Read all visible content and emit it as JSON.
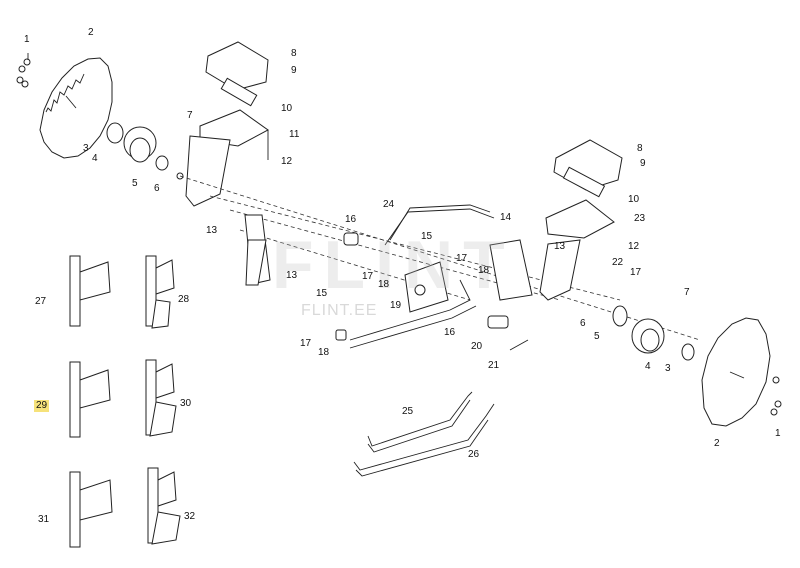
{
  "watermark": {
    "main": "FLINT",
    "sub": "FLINT.EE"
  },
  "callouts": [
    {
      "id": "c1a",
      "text": "1"
    },
    {
      "id": "c2a",
      "text": "2"
    },
    {
      "id": "c3a",
      "text": "3"
    },
    {
      "id": "c4a",
      "text": "4"
    },
    {
      "id": "c5a",
      "text": "5"
    },
    {
      "id": "c6a",
      "text": "6"
    },
    {
      "id": "c7a",
      "text": "7"
    },
    {
      "id": "c8a",
      "text": "8"
    },
    {
      "id": "c9a",
      "text": "9"
    },
    {
      "id": "c10a",
      "text": "10"
    },
    {
      "id": "c11",
      "text": "11"
    },
    {
      "id": "c12a",
      "text": "12"
    },
    {
      "id": "c13a",
      "text": "13"
    },
    {
      "id": "c16a",
      "text": "16"
    },
    {
      "id": "c14",
      "text": "14"
    },
    {
      "id": "c15a",
      "text": "15"
    },
    {
      "id": "c13b",
      "text": "13"
    },
    {
      "id": "c15b",
      "text": "15"
    },
    {
      "id": "c17a",
      "text": "17"
    },
    {
      "id": "c18a",
      "text": "18"
    },
    {
      "id": "c19",
      "text": "19"
    },
    {
      "id": "c17b",
      "text": "17"
    },
    {
      "id": "c18b",
      "text": "18"
    },
    {
      "id": "c16b",
      "text": "16"
    },
    {
      "id": "c20",
      "text": "20"
    },
    {
      "id": "c21",
      "text": "21"
    },
    {
      "id": "c17c",
      "text": "17"
    },
    {
      "id": "c18c",
      "text": "18"
    },
    {
      "id": "c24",
      "text": "24"
    },
    {
      "id": "c13c",
      "text": "13"
    },
    {
      "id": "c8b",
      "text": "8"
    },
    {
      "id": "c9b",
      "text": "9"
    },
    {
      "id": "c10b",
      "text": "10"
    },
    {
      "id": "c23",
      "text": "23"
    },
    {
      "id": "c12b",
      "text": "12"
    },
    {
      "id": "c22",
      "text": "22"
    },
    {
      "id": "c17d",
      "text": "17"
    },
    {
      "id": "c7b",
      "text": "7"
    },
    {
      "id": "c6b",
      "text": "6"
    },
    {
      "id": "c5b",
      "text": "5"
    },
    {
      "id": "c4b",
      "text": "4"
    },
    {
      "id": "c3b",
      "text": "3"
    },
    {
      "id": "c1b",
      "text": "1"
    },
    {
      "id": "c2b",
      "text": "2"
    },
    {
      "id": "c27",
      "text": "27"
    },
    {
      "id": "c28",
      "text": "28"
    },
    {
      "id": "c29",
      "text": "29"
    },
    {
      "id": "c30",
      "text": "30"
    },
    {
      "id": "c31",
      "text": "31"
    },
    {
      "id": "c32",
      "text": "32"
    },
    {
      "id": "c25",
      "text": "25"
    },
    {
      "id": "c26",
      "text": "26"
    }
  ]
}
